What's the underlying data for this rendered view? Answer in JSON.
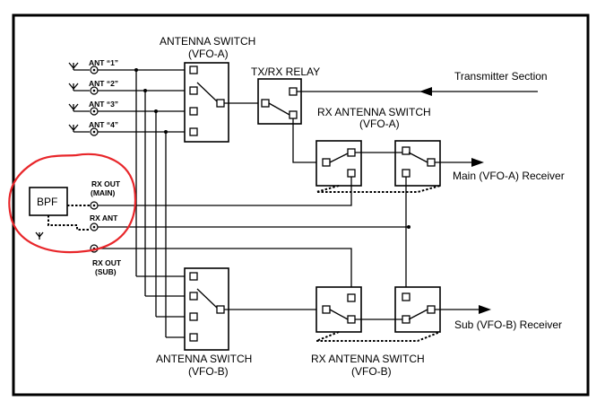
{
  "top_switch": {
    "title": "ANTENNA SWITCH",
    "vfo": "(VFO-A)"
  },
  "bottom_switch": {
    "title": "ANTENNA SWITCH",
    "vfo": "(VFO-B)"
  },
  "relay": {
    "title": "TX/RX RELAY"
  },
  "rx_switch_a": {
    "title": "RX ANTENNA SWITCH",
    "vfo": "(VFO-A)"
  },
  "rx_switch_b": {
    "title": "RX ANTENNA SWITCH",
    "vfo": "(VFO-B)"
  },
  "antennas": [
    "ANT “1”",
    "ANT “2”",
    "ANT “3”",
    "ANT “4”"
  ],
  "ports": {
    "rx_out_main_1": "RX OUT",
    "rx_out_main_2": "(MAIN)",
    "rx_ant": "RX ANT",
    "rx_out_sub_1": "RX OUT",
    "rx_out_sub_2": "(SUB)"
  },
  "bpf": "BPF",
  "outputs": {
    "transmitter": "Transmitter Section",
    "main_receiver": "Main (VFO-A) Receiver",
    "sub_receiver": "Sub (VFO-B) Receiver"
  }
}
